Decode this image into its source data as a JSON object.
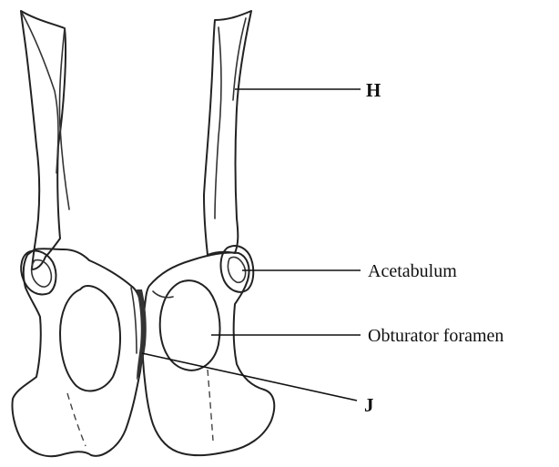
{
  "labels": {
    "h": "H",
    "acetabulum": "Acetabulum",
    "obturator_foramen": "Obturator foramen",
    "j": "J"
  }
}
